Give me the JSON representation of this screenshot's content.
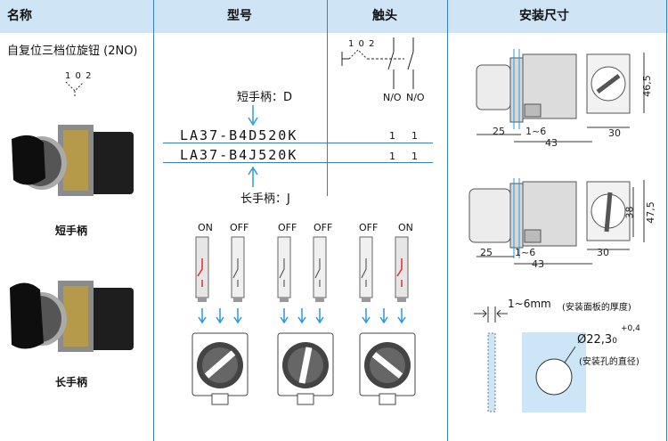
{
  "header": {
    "col_name": "名称",
    "col_model": "型号",
    "col_contact": "触头",
    "col_dims": "安装尺寸"
  },
  "product": {
    "title": "自复位三档位旋钮 (2NO)",
    "symbol_positions": "1 0 2",
    "short_handle_label": "短手柄",
    "long_handle_label": "长手柄"
  },
  "models": {
    "short_note": "短手柄：D",
    "long_note": "长手柄：J",
    "rows": [
      {
        "code": "LA37-B4D520K",
        "no1": "1",
        "no2": "1"
      },
      {
        "code": "LA37-B4J520K",
        "no1": "1",
        "no2": "1"
      }
    ]
  },
  "contact": {
    "symbol_positions": "1 0 2",
    "labels": [
      "N/O",
      "N/O"
    ]
  },
  "states": {
    "labels": [
      "ON",
      "OFF",
      "OFF",
      "OFF",
      "OFF",
      "ON"
    ]
  },
  "dims": {
    "top": {
      "d1": "25",
      "d2": "1~6",
      "d3": "43",
      "d4": "30",
      "d5": "46,5"
    },
    "bottom": {
      "d1": "25",
      "d2": "1~6",
      "d3": "43",
      "d4": "30",
      "d5": "38",
      "d6": "47,5"
    },
    "panel_thickness": "1~6mm",
    "panel_thickness_note": "(安装面板的厚度)",
    "hole_diameter": "Ø22,3",
    "hole_sub": "0",
    "hole_sup": "+0,4",
    "hole_note": "(安装孔的直径)"
  },
  "colors": {
    "header_bg": "#cfe4f4",
    "rule": "#3a7fc0",
    "switch_red": "#d93030",
    "arrow": "#2a9ad8",
    "panel_blue": "#cde6f7"
  }
}
